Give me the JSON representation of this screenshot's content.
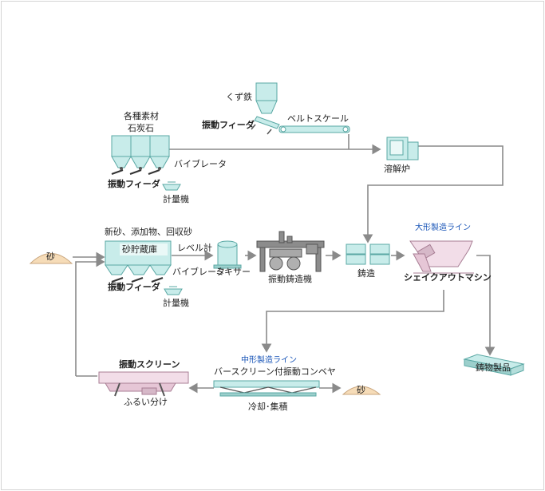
{
  "labels": {
    "kuzutetsu": "くず鉄",
    "feeder_top": "振動フィーダ",
    "belt_scale": "ベルトスケール",
    "materials": "各種素材",
    "coal": "石炭石",
    "vibrator_top": "バイブレータ",
    "feeder_mid": "振動フィーダ",
    "scale_top": "計量機",
    "furnace": "溶解炉",
    "sand_inputs": "新砂、添加物、回収砂",
    "sand_storage": "砂貯蔵庫",
    "level_gauge": "レベル計",
    "sand_left": "砂",
    "vibrator_low": "バイブレータ",
    "mixer": "ミキサー",
    "molding": "振動鋳造機",
    "casting": "鋳造",
    "large_line": "大形製造ライン",
    "shakeout": "シェイクアウトマシン",
    "feeder_low": "振動フィーダ",
    "scale_low": "計量機",
    "castings": "鋳物製品",
    "medium_line": "中形製造ライン",
    "conveyor": "バースクリーン付振動コンベヤ",
    "screen": "振動スクリーン",
    "sieving": "ふるい分け",
    "sand_right": "砂",
    "cooling": "冷却･集積"
  },
  "colors": {
    "equipment_fill": "#c8ecea",
    "equipment_stroke": "#5aa8a4",
    "machine_fill": "#f2dde8",
    "machine_stroke": "#a87e94",
    "gray_machine": "#8c8c8c",
    "sand_fill": "#f6dcb8",
    "arrow": "#8a8a8a",
    "line_label_blue": "#1a56b8"
  }
}
